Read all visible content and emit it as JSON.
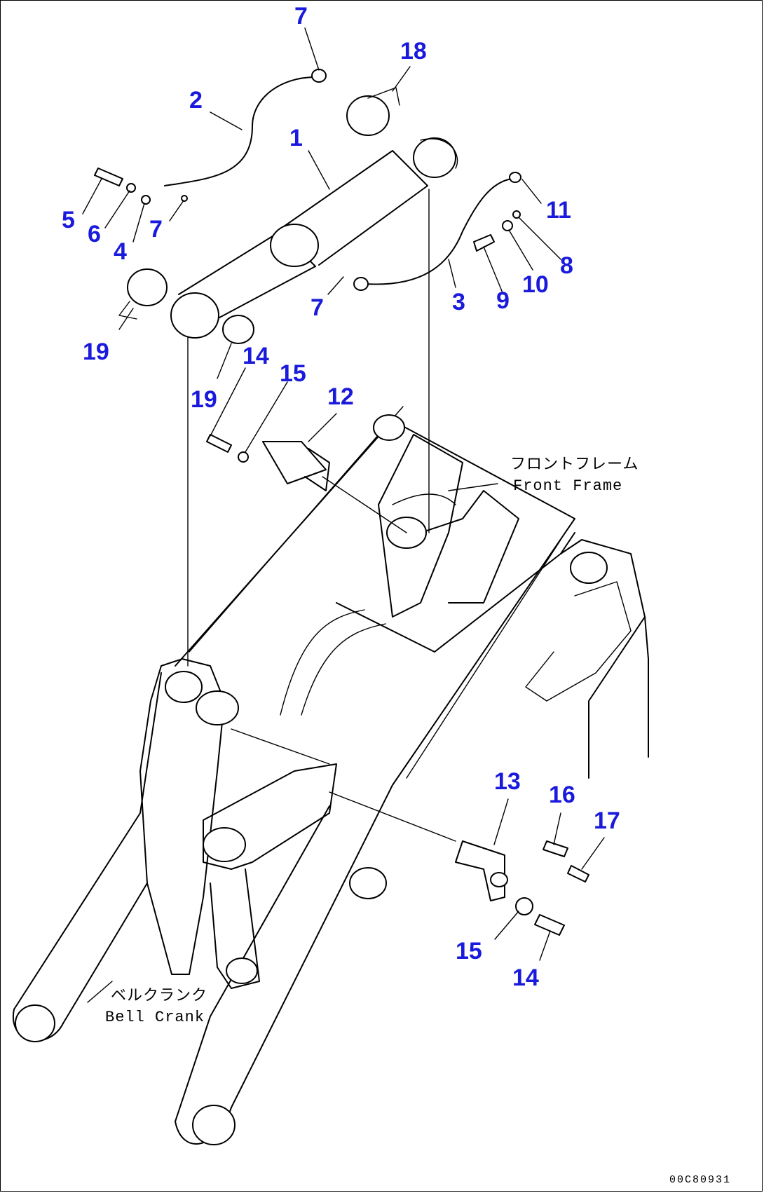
{
  "callouts": [
    {
      "id": "7a",
      "text": "7"
    },
    {
      "id": "18",
      "text": "18"
    },
    {
      "id": "2",
      "text": "2"
    },
    {
      "id": "1",
      "text": "1"
    },
    {
      "id": "11",
      "text": "11"
    },
    {
      "id": "5",
      "text": "5"
    },
    {
      "id": "6",
      "text": "6"
    },
    {
      "id": "4",
      "text": "4"
    },
    {
      "id": "7b",
      "text": "7"
    },
    {
      "id": "8",
      "text": "8"
    },
    {
      "id": "10",
      "text": "10"
    },
    {
      "id": "9",
      "text": "9"
    },
    {
      "id": "3",
      "text": "3"
    },
    {
      "id": "7c",
      "text": "7"
    },
    {
      "id": "19a",
      "text": "19"
    },
    {
      "id": "14a",
      "text": "14"
    },
    {
      "id": "15a",
      "text": "15"
    },
    {
      "id": "12",
      "text": "12"
    },
    {
      "id": "19b",
      "text": "19"
    },
    {
      "id": "13",
      "text": "13"
    },
    {
      "id": "16",
      "text": "16"
    },
    {
      "id": "17",
      "text": "17"
    },
    {
      "id": "15b",
      "text": "15"
    },
    {
      "id": "14b",
      "text": "14"
    }
  ],
  "labels": {
    "front_frame_jp": "フロントフレーム",
    "front_frame_en": "Front Frame",
    "bell_crank_jp": "ベルクランク",
    "bell_crank_en": "Bell Crank"
  },
  "drawing_number": "00C80931"
}
